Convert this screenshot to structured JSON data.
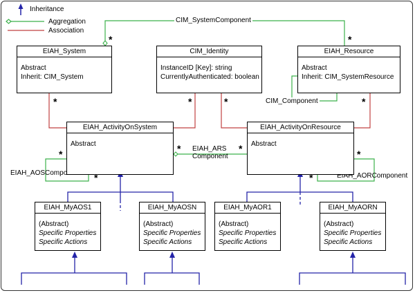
{
  "legend": {
    "inheritance": "Inheritance",
    "aggregation": "Aggregation",
    "association": "Association"
  },
  "colors": {
    "inheritance": "#2323a8",
    "aggregation": "#3bb04a",
    "association": "#c04040"
  },
  "classes": {
    "eiah_system": {
      "name": "EIAH_System",
      "lines": [
        "Abstract",
        "Inherit: CIM_System"
      ]
    },
    "cim_identity": {
      "name": "CIM_Identity",
      "lines": [
        "InstanceID [Key]: string",
        "CurrentlyAuthenticated: boolean"
      ]
    },
    "eiah_resource": {
      "name": "EIAH_Resource",
      "lines": [
        "Abstract",
        "Inherit: CIM_SystemResource"
      ]
    },
    "activity_on_system": {
      "name": "EIAH_ActivityOnSystem",
      "lines": [
        "Abstract"
      ]
    },
    "activity_on_resource": {
      "name": "EIAH_ActivityOnResource",
      "lines": [
        "Abstract"
      ]
    },
    "my_aos1": {
      "name": "EIAH_MyAOS1",
      "lines": [
        "(Abstract)",
        "Specific Properties",
        "Specific Actions"
      ]
    },
    "my_aosn": {
      "name": "EIAH_MyAOSN",
      "lines": [
        "(Abstract)",
        "Specific Properties",
        "Specific Actions"
      ]
    },
    "my_aor1": {
      "name": "EIAH_MyAOR1",
      "lines": [
        "(Abstract)",
        "Specific Properties",
        "Specific Actions"
      ]
    },
    "my_aorn": {
      "name": "EIAH_MyAORN",
      "lines": [
        "(Abstract)",
        "Specific Properties",
        "Specific Actions"
      ]
    }
  },
  "labels": {
    "cim_system_component": "CIM_SystemComponent",
    "cim_component": "CIM_Component",
    "eiah_ars_line1": "EIAH_ARS",
    "eiah_ars_line2": "Component",
    "aos_component": "EIAH_AOSComponent",
    "aor_component": "EIAH_AORComponent"
  },
  "multiplicity": "*"
}
